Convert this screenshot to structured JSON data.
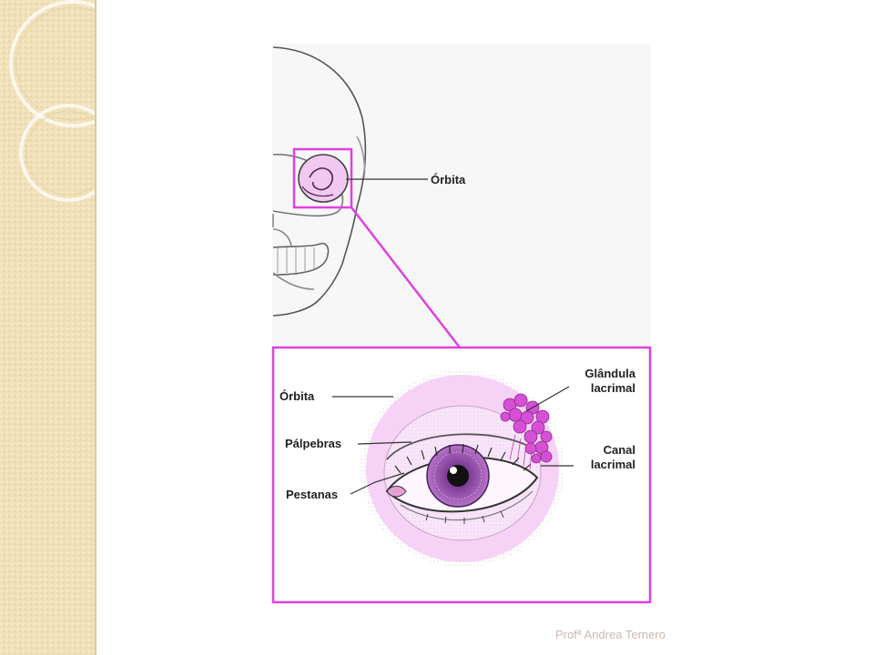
{
  "labels": {
    "orbit_skull": "Órbita",
    "orbit_eye": "Órbita",
    "eyelids": "Pálpebras",
    "eyelashes": "Pestanas",
    "lacrimal_gland_line1": "Glândula",
    "lacrimal_gland_line2": "lacrimal",
    "lacrimal_canal_line1": "Canal",
    "lacrimal_canal_line2": "lacrimal"
  },
  "footer": "Profª Andrea Ternero",
  "colors": {
    "highlight": "#e040e0",
    "orbit_fill": "#f6d2f6",
    "iris": "#9c4fb0",
    "gland": "#d650d6",
    "sidebar": "#f2e0b8"
  },
  "icons": [
    "skull-illustration",
    "eye-illustration",
    "lacrimal-gland",
    "sidebar-circles-decoration"
  ]
}
